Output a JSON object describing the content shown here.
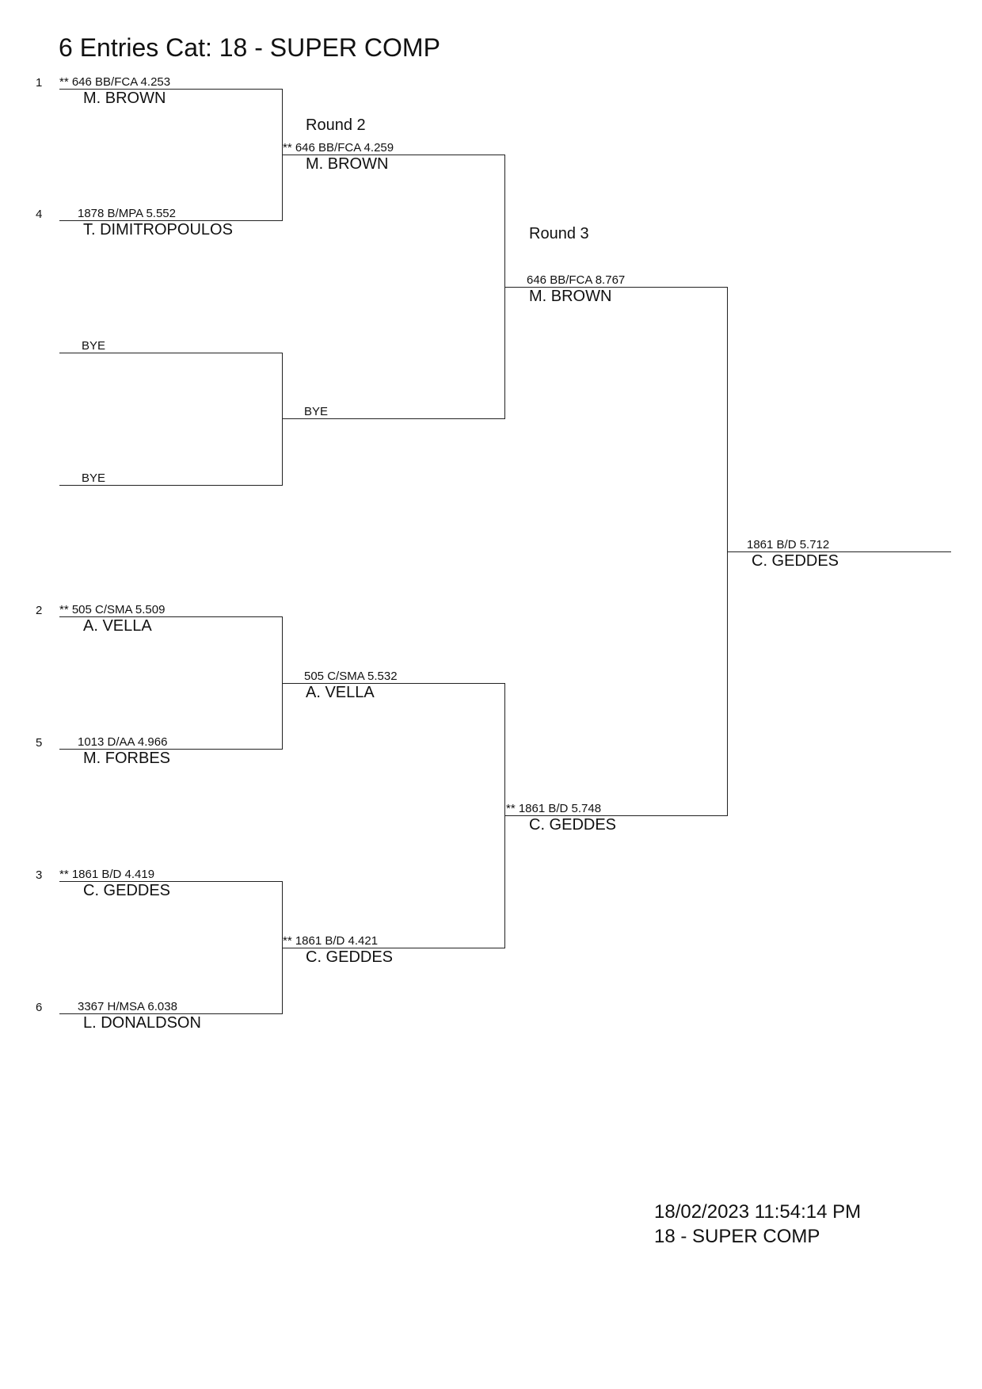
{
  "title": "6 Entries Cat: 18 - SUPER COMP",
  "round_labels": [
    "Round 2",
    "Round 3"
  ],
  "round1": [
    {
      "seed": "1",
      "meta": "**  646  BB/FCA  4.253",
      "name": "M. BROWN"
    },
    {
      "seed": "4",
      "meta": "1878  B/MPA  5.552",
      "name": "T. DIMITROPOULOS"
    },
    {
      "seed": "",
      "meta": "BYE",
      "name": ""
    },
    {
      "seed": "",
      "meta": "BYE",
      "name": ""
    },
    {
      "seed": "2",
      "meta": "**  505  C/SMA  5.509",
      "name": "A. VELLA"
    },
    {
      "seed": "5",
      "meta": "1013  D/AA  4.966",
      "name": "M. FORBES"
    },
    {
      "seed": "3",
      "meta": "** 1861  B/D  4.419",
      "name": "C. GEDDES"
    },
    {
      "seed": "6",
      "meta": "3367  H/MSA  6.038",
      "name": "L. DONALDSON"
    }
  ],
  "round2": [
    {
      "meta": "**  646  BB/FCA  4.259",
      "name": "M. BROWN"
    },
    {
      "meta": "BYE",
      "name": ""
    },
    {
      "meta": "505  C/SMA  5.532",
      "name": "A. VELLA"
    },
    {
      "meta": "**  1861  B/D  4.421",
      "name": "C. GEDDES"
    }
  ],
  "round3": [
    {
      "meta": "646  BB/FCA  8.767",
      "name": "M. BROWN"
    },
    {
      "meta": "**  1861  B/D  5.748",
      "name": "C. GEDDES"
    }
  ],
  "final": {
    "meta": "1861  B/D  5.712",
    "name": "C. GEDDES"
  },
  "footer": {
    "timestamp": "18/02/2023 11:54:14 PM",
    "category": "18 - SUPER COMP"
  }
}
